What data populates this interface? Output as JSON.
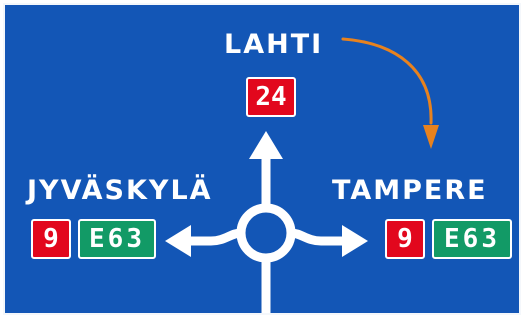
{
  "sign": {
    "background_color": "#1356b6",
    "north": {
      "destination": "LAHTI",
      "road_number": "24",
      "road_badge_color": "#e2071d"
    },
    "west": {
      "destination": "JYVÄSKYLÄ",
      "road_number": "9",
      "euro_route": "E63",
      "road_badge_color": "#e2071d",
      "euro_badge_color": "#129a66"
    },
    "east": {
      "destination": "TAMPERE",
      "road_number": "9",
      "euro_route": "E63",
      "road_badge_color": "#e2071d",
      "euro_badge_color": "#129a66"
    },
    "annotation_arrow": {
      "color": "#e8821e",
      "icon": "curved-arrow-down-icon"
    },
    "roundabout": {
      "icon": "roundabout-arrows-icon",
      "exits": [
        "north",
        "west",
        "east"
      ]
    }
  }
}
